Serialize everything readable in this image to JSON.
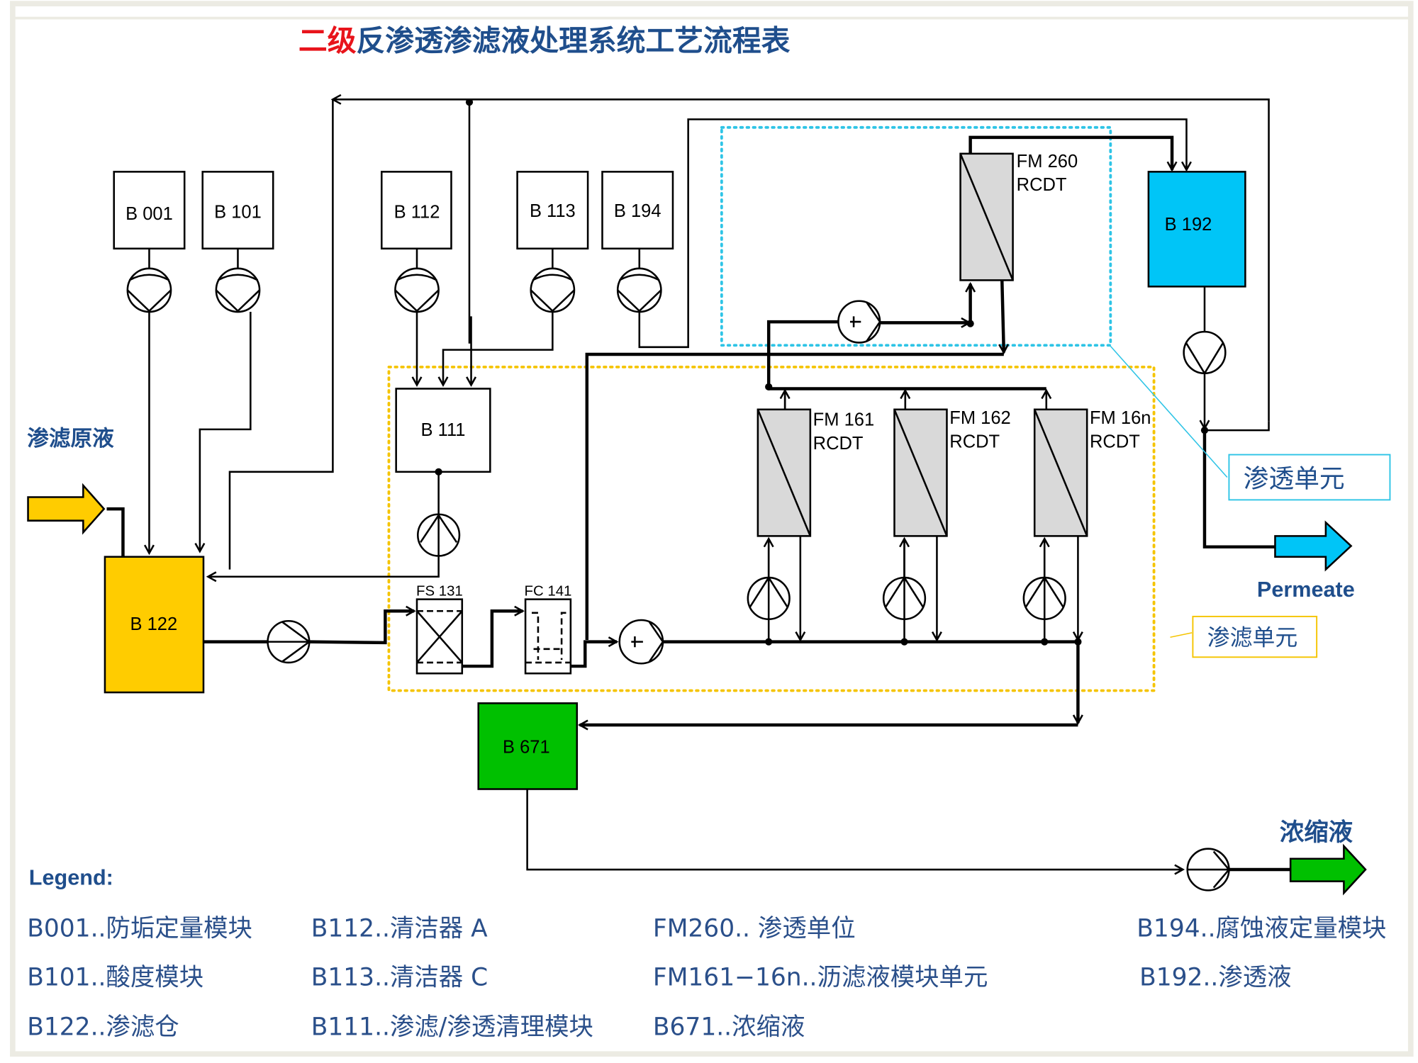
{
  "title": {
    "red_part": "二级",
    "blue_part": "反渗透渗滤液处理系统工艺流程表"
  },
  "colors": {
    "title_red": "#e8141b",
    "text_blue": "#1f4e8c",
    "tank_yellow": "#ffcc00",
    "tank_blue": "#00c5f7",
    "tank_green": "#00c000",
    "membrane_gray": "#d9d9d9",
    "ro_unit_border": "#2ec4e6",
    "uf_unit_border": "#f5c400"
  },
  "tanks": {
    "b001": "B 001",
    "b101": "B 101",
    "b112": "B 112",
    "b113": "B 113",
    "b194": "B 194",
    "b111": "B 111",
    "b122": "B 122",
    "b192": "B 192",
    "b671": "B 671"
  },
  "filters": {
    "fs131": "FS 131",
    "fc141": "FC 141"
  },
  "membranes": [
    {
      "id": "FM 260",
      "type": "RCDT"
    },
    {
      "id": "FM 161",
      "type": "RCDT"
    },
    {
      "id": "FM 162",
      "type": "RCDT"
    },
    {
      "id": "FM 16n",
      "type": "RCDT"
    }
  ],
  "labels": {
    "feed": "渗滤原液",
    "ro_unit": "渗透单元",
    "uf_unit": "渗滤单元",
    "permeate": "Permeate",
    "concentrate": "浓缩液"
  },
  "legend": {
    "heading": "Legend:",
    "items": [
      "B001..防垢定量模块",
      "B101..酸度模块",
      "B122..渗滤仓",
      "B112..清洁器 A",
      "B113..清洁器 C",
      "B111..渗滤/渗透清理模块",
      "FM260.. 渗透单位",
      "FM161−16n..沥滤液模块单元",
      "B671..浓缩液",
      "B194..腐蚀液定量模块",
      "B192..渗透液"
    ]
  }
}
